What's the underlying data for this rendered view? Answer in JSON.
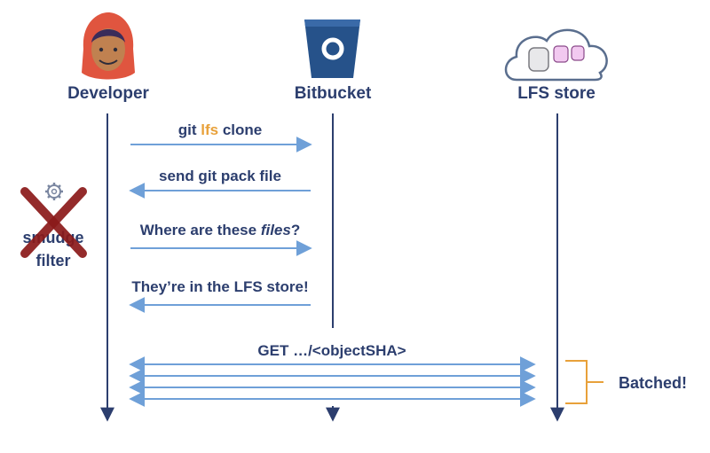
{
  "actors": {
    "developer": "Developer",
    "bitbucket": "Bitbucket",
    "lfs_store": "LFS store"
  },
  "messages": {
    "clone": {
      "prefix": "git ",
      "highlight": "lfs",
      "suffix": " clone"
    },
    "pack": "send git pack file",
    "where": {
      "prefix": "Where are these ",
      "emph": "files",
      "suffix": "?"
    },
    "theyre": "They’re in the LFS store!",
    "get": "GET …/<objectSHA>"
  },
  "smudge_filter": {
    "line1": "smudge",
    "line2": "filter"
  },
  "batched": "Batched!",
  "colors": {
    "text": "#2c3e6e",
    "lifeline": "#2c3e6e",
    "arrow": "#6fa0d8",
    "accent": "#e8a13a",
    "cross": "#8b1a1a",
    "bucket": "#26528a"
  },
  "icons": [
    "developer-avatar-icon",
    "bitbucket-logo-icon",
    "lfs-cloud-icon",
    "gear-icon",
    "cross-icon"
  ]
}
